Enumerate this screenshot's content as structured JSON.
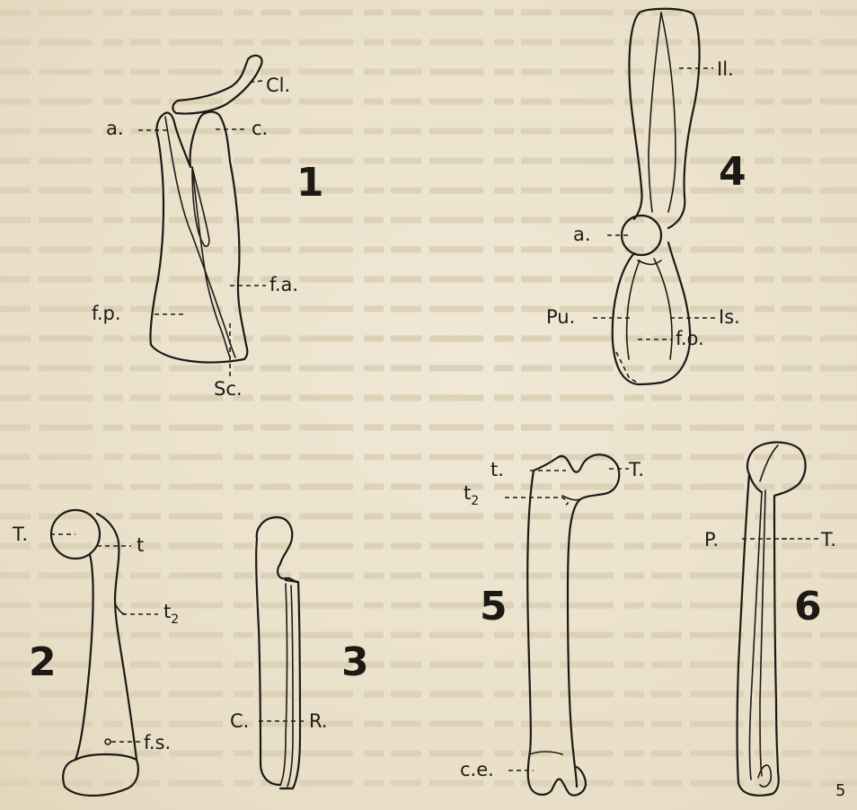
{
  "figure_numbers": [
    "1",
    "2",
    "3",
    "4",
    "5",
    "6"
  ],
  "fig1_labels": {
    "cl": "Cl.",
    "a": "a.",
    "c": "c.",
    "fa": "f.a.",
    "fp": "f.p.",
    "sc": "Sc."
  },
  "fig2_labels": {
    "T": "T.",
    "t": "t",
    "t2_main": "t",
    "t2_sub": "2",
    "fs": "f.s."
  },
  "fig3_labels": {
    "C": "C.",
    "R": "R."
  },
  "fig4_labels": {
    "il": "Il.",
    "a": "a.",
    "pu": "Pu.",
    "is": "Is.",
    "fo": "f.o."
  },
  "fig5_labels": {
    "t": "t.",
    "T": "T.",
    "t2_main": "t",
    "t2_sub": "2",
    "ce": "c.e."
  },
  "fig6_labels": {
    "p": "P.",
    "T": "T."
  },
  "page_mark": "5"
}
